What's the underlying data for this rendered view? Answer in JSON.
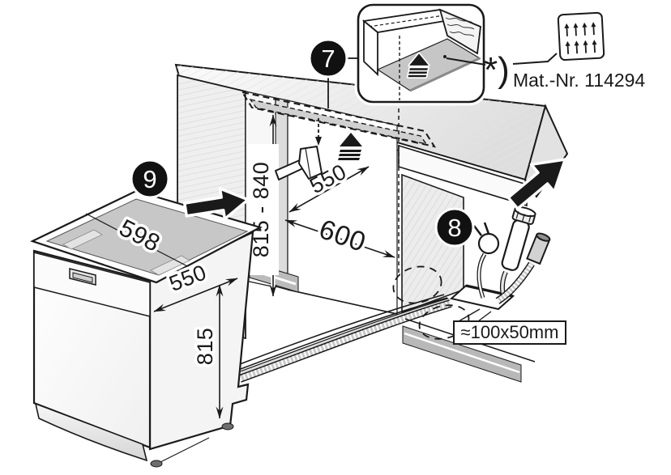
{
  "figure": {
    "kind": "dishwasher built-under installation diagram",
    "steps": {
      "step7": "7",
      "step8": "8",
      "step9": "9"
    },
    "dimensions": {
      "niche_height_range": "815 - 840",
      "niche_depth": "550",
      "niche_width": "600",
      "appliance_width": "598",
      "appliance_depth": "550",
      "appliance_height": "815",
      "floor_cutout_size": "≈100x50mm"
    },
    "footnote": {
      "marker": "*)",
      "material_number": "Mat.-Nr. 114294"
    },
    "colors": {
      "line": "#1a1a1a",
      "callout_bg": "#111111",
      "callout_text": "#ffffff",
      "wall_shade": "#e9e9e9",
      "appliance_top": "#c7c7c7",
      "plinth_gray": "#b8b8b8",
      "plate_gray": "#c6c6c6"
    }
  }
}
